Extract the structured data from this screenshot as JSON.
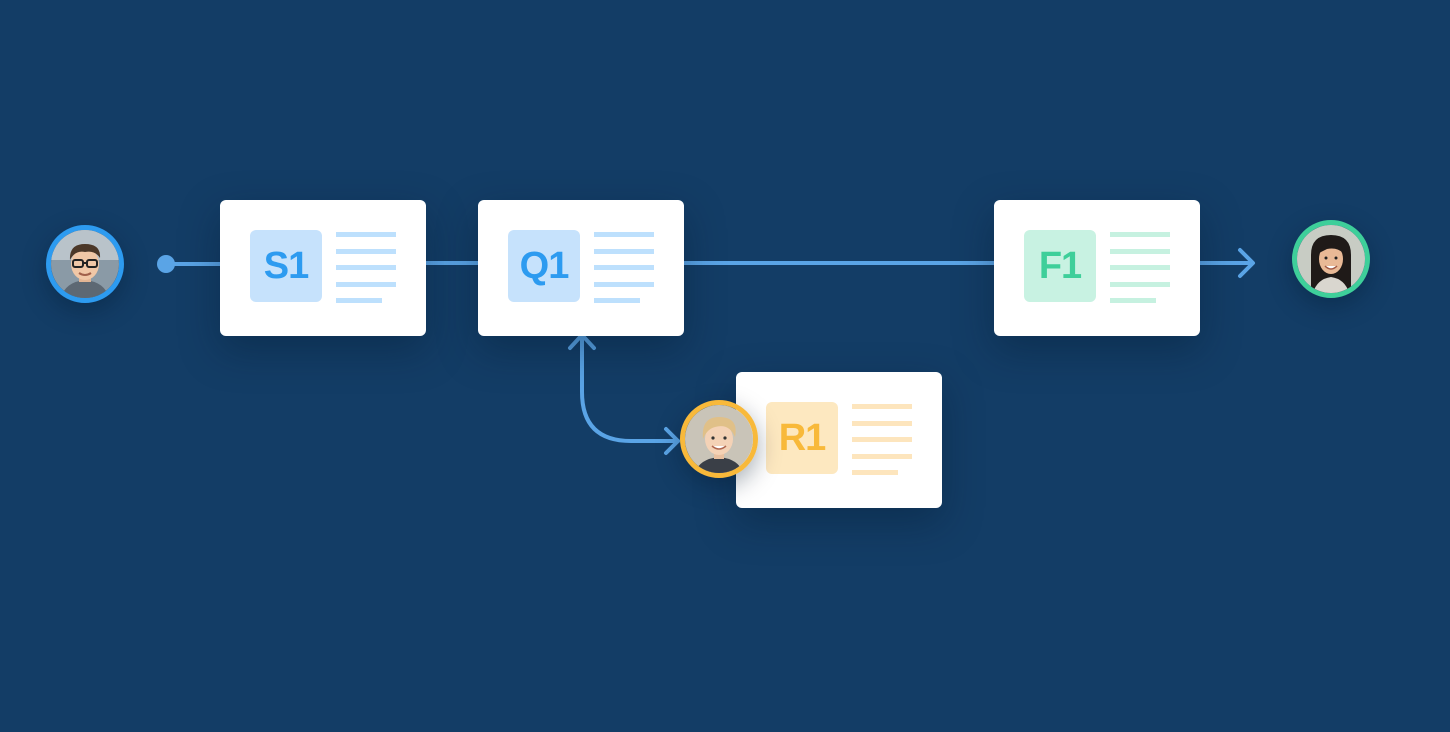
{
  "colors": {
    "background": "#133d66",
    "connector": "#5aa4e6",
    "blue": "#2d9bf0",
    "blue_soft": "#cde7fd",
    "green": "#3ecf9a",
    "green_soft": "#c8f2e2",
    "amber": "#f8b93a",
    "amber_soft": "#fde8c0"
  },
  "diagram": {
    "cards": [
      {
        "id": "s1",
        "label": "S1",
        "color": "#2d9bf0",
        "soft": "#c6e2fc",
        "line_color": "#bde0fd"
      },
      {
        "id": "q1",
        "label": "Q1",
        "color": "#2d9bf0",
        "soft": "#c6e2fc",
        "line_color": "#bde0fd"
      },
      {
        "id": "f1",
        "label": "F1",
        "color": "#3ecf9a",
        "soft": "#c8f2e2",
        "line_color": "#c6f1e0"
      },
      {
        "id": "r1",
        "label": "R1",
        "color": "#f8b93a",
        "soft": "#fde8c0",
        "line_color": "#fde5bd"
      }
    ],
    "avatars": [
      {
        "id": "man",
        "icon": "avatar-man-glasses",
        "ring": "#2d9bf0"
      },
      {
        "id": "reviewer",
        "icon": "avatar-short-hair-woman",
        "ring": "#f8b93a"
      },
      {
        "id": "recipient",
        "icon": "avatar-long-hair-woman",
        "ring": "#3ecf9a"
      }
    ]
  }
}
